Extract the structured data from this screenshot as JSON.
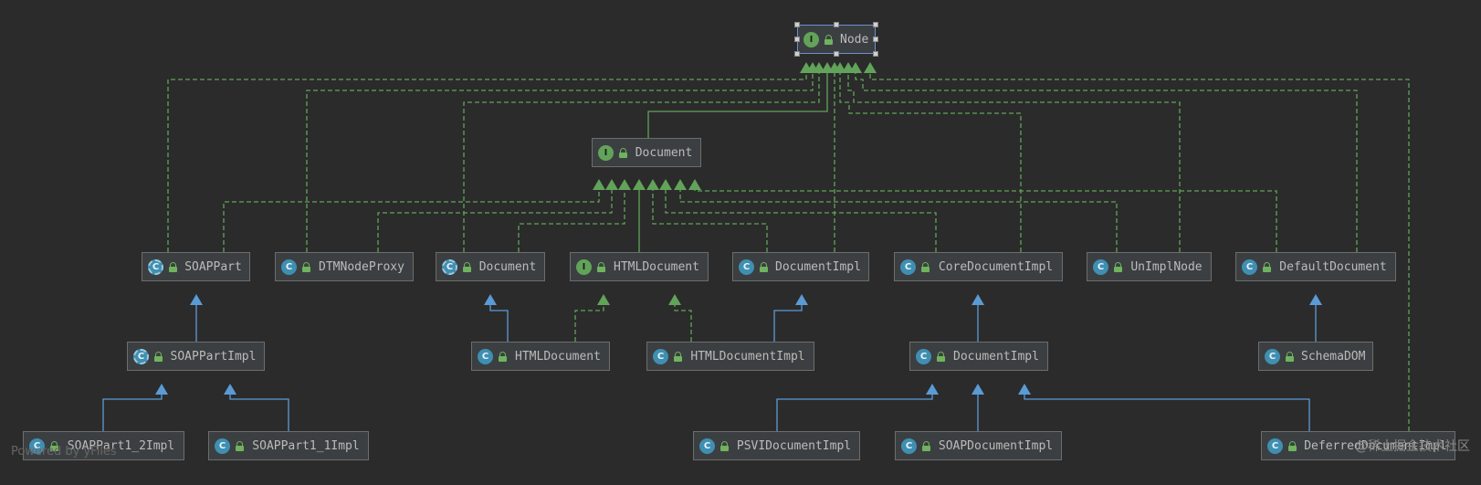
{
  "colors": {
    "background": "#2b2b2b",
    "node_fill": "#3c3f41",
    "implements_edge": "#62a35a",
    "extends_edge": "#5b9bd5",
    "interface_badge": "#62a35a",
    "class_badge": "#3f8fb2"
  },
  "nodes": [
    {
      "id": "node",
      "label": "Node",
      "kind": "interface",
      "badge": "I"
    },
    {
      "id": "document_iface",
      "label": "Document",
      "kind": "interface",
      "badge": "I"
    },
    {
      "id": "soappart",
      "label": "SOAPPart",
      "kind": "abstract",
      "badge": "C"
    },
    {
      "id": "dtmnodeproxy",
      "label": "DTMNodeProxy",
      "kind": "class",
      "badge": "C"
    },
    {
      "id": "document_abs",
      "label": "Document",
      "kind": "abstract",
      "badge": "C"
    },
    {
      "id": "htmldocument_iface",
      "label": "HTMLDocument",
      "kind": "interface",
      "badge": "I"
    },
    {
      "id": "documentimpl_top",
      "label": "DocumentImpl",
      "kind": "class",
      "badge": "C"
    },
    {
      "id": "coredocumentimpl",
      "label": "CoreDocumentImpl",
      "kind": "class",
      "badge": "C"
    },
    {
      "id": "unimplnode",
      "label": "UnImplNode",
      "kind": "class",
      "badge": "C"
    },
    {
      "id": "defaultdocument",
      "label": "DefaultDocument",
      "kind": "class",
      "badge": "C"
    },
    {
      "id": "soappartimpl",
      "label": "SOAPPartImpl",
      "kind": "abstract",
      "badge": "C"
    },
    {
      "id": "htmldocument_cls",
      "label": "HTMLDocument",
      "kind": "class",
      "badge": "C"
    },
    {
      "id": "htmldocumentimpl",
      "label": "HTMLDocumentImpl",
      "kind": "class",
      "badge": "C"
    },
    {
      "id": "documentimpl_mid",
      "label": "DocumentImpl",
      "kind": "class",
      "badge": "C"
    },
    {
      "id": "schemadom",
      "label": "SchemaDOM",
      "kind": "class",
      "badge": "C"
    },
    {
      "id": "soappart1_2impl",
      "label": "SOAPPart1_2Impl",
      "kind": "class",
      "badge": "C"
    },
    {
      "id": "soappart1_1impl",
      "label": "SOAPPart1_1Impl",
      "kind": "class",
      "badge": "C"
    },
    {
      "id": "psvidocumentimpl",
      "label": "PSVIDocumentImpl",
      "kind": "class",
      "badge": "C"
    },
    {
      "id": "soapdocumentimpl",
      "label": "SOAPDocumentImpl",
      "kind": "class",
      "badge": "C"
    },
    {
      "id": "deferreddocumentimpl",
      "label": "DeferredDocumentImpl",
      "kind": "class",
      "badge": "C"
    }
  ],
  "edges": [
    {
      "from": "document_iface",
      "to": "node",
      "type": "extends-interface"
    },
    {
      "from": "soappart",
      "to": "node",
      "type": "implements"
    },
    {
      "from": "dtmnodeproxy",
      "to": "node",
      "type": "implements"
    },
    {
      "from": "document_abs",
      "to": "node",
      "type": "implements"
    },
    {
      "from": "documentimpl_top",
      "to": "node",
      "type": "implements"
    },
    {
      "from": "coredocumentimpl",
      "to": "node",
      "type": "implements"
    },
    {
      "from": "unimplnode",
      "to": "node",
      "type": "implements"
    },
    {
      "from": "defaultdocument",
      "to": "node",
      "type": "implements"
    },
    {
      "from": "deferreddocumentimpl",
      "to": "node",
      "type": "implements"
    },
    {
      "from": "soappart",
      "to": "document_iface",
      "type": "implements"
    },
    {
      "from": "dtmnodeproxy",
      "to": "document_iface",
      "type": "implements"
    },
    {
      "from": "document_abs",
      "to": "document_iface",
      "type": "implements"
    },
    {
      "from": "htmldocument_iface",
      "to": "document_iface",
      "type": "extends-interface"
    },
    {
      "from": "documentimpl_top",
      "to": "document_iface",
      "type": "implements"
    },
    {
      "from": "coredocumentimpl",
      "to": "document_iface",
      "type": "implements"
    },
    {
      "from": "unimplnode",
      "to": "document_iface",
      "type": "implements"
    },
    {
      "from": "defaultdocument",
      "to": "document_iface",
      "type": "implements"
    },
    {
      "from": "soappartimpl",
      "to": "soappart",
      "type": "extends"
    },
    {
      "from": "soappart1_2impl",
      "to": "soappartimpl",
      "type": "extends"
    },
    {
      "from": "soappart1_1impl",
      "to": "soappartimpl",
      "type": "extends"
    },
    {
      "from": "htmldocument_cls",
      "to": "document_abs",
      "type": "extends"
    },
    {
      "from": "htmldocument_cls",
      "to": "htmldocument_iface",
      "type": "implements"
    },
    {
      "from": "htmldocumentimpl",
      "to": "htmldocument_iface",
      "type": "implements"
    },
    {
      "from": "htmldocumentimpl",
      "to": "documentimpl_top",
      "type": "extends"
    },
    {
      "from": "documentimpl_mid",
      "to": "coredocumentimpl",
      "type": "extends"
    },
    {
      "from": "schemadom",
      "to": "defaultdocument",
      "type": "extends"
    },
    {
      "from": "psvidocumentimpl",
      "to": "documentimpl_mid",
      "type": "extends"
    },
    {
      "from": "soapdocumentimpl",
      "to": "documentimpl_mid",
      "type": "extends"
    },
    {
      "from": "deferreddocumentimpl",
      "to": "documentimpl_mid",
      "type": "extends"
    }
  ],
  "footer": "Powered by yFiles",
  "watermark": "@稀土掘金技术社区"
}
